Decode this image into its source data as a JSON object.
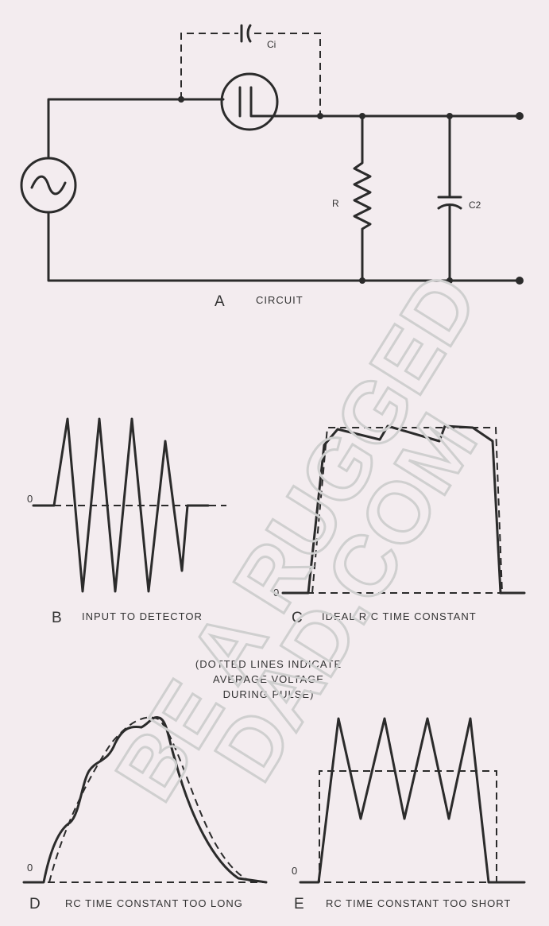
{
  "circuit": {
    "label_letter": "A",
    "label_text": "CIRCUIT",
    "component_ci": "Ci",
    "component_r": "R",
    "component_c2": "C2"
  },
  "panel_b": {
    "letter": "B",
    "caption": "INPUT TO DETECTOR",
    "zero": "0"
  },
  "panel_c": {
    "letter": "C",
    "caption": "IDEAL  R C TIME  CONSTANT",
    "zero": "0"
  },
  "note": {
    "line1": "(DOTTED LINES INDICATE",
    "line2": "AVERAGE VOLTAGE",
    "line3": "DURING PULSE)"
  },
  "panel_d": {
    "letter": "D",
    "caption": "RC  TIME  CONSTANT  TOO  LONG",
    "zero": "0"
  },
  "panel_e": {
    "letter": "E",
    "caption": "RC  TIME  CONSTANT   TOO  SHORT",
    "zero": "0"
  },
  "watermark": {
    "line1": "BE A RUGGED",
    "line2": "DAD.COM"
  }
}
